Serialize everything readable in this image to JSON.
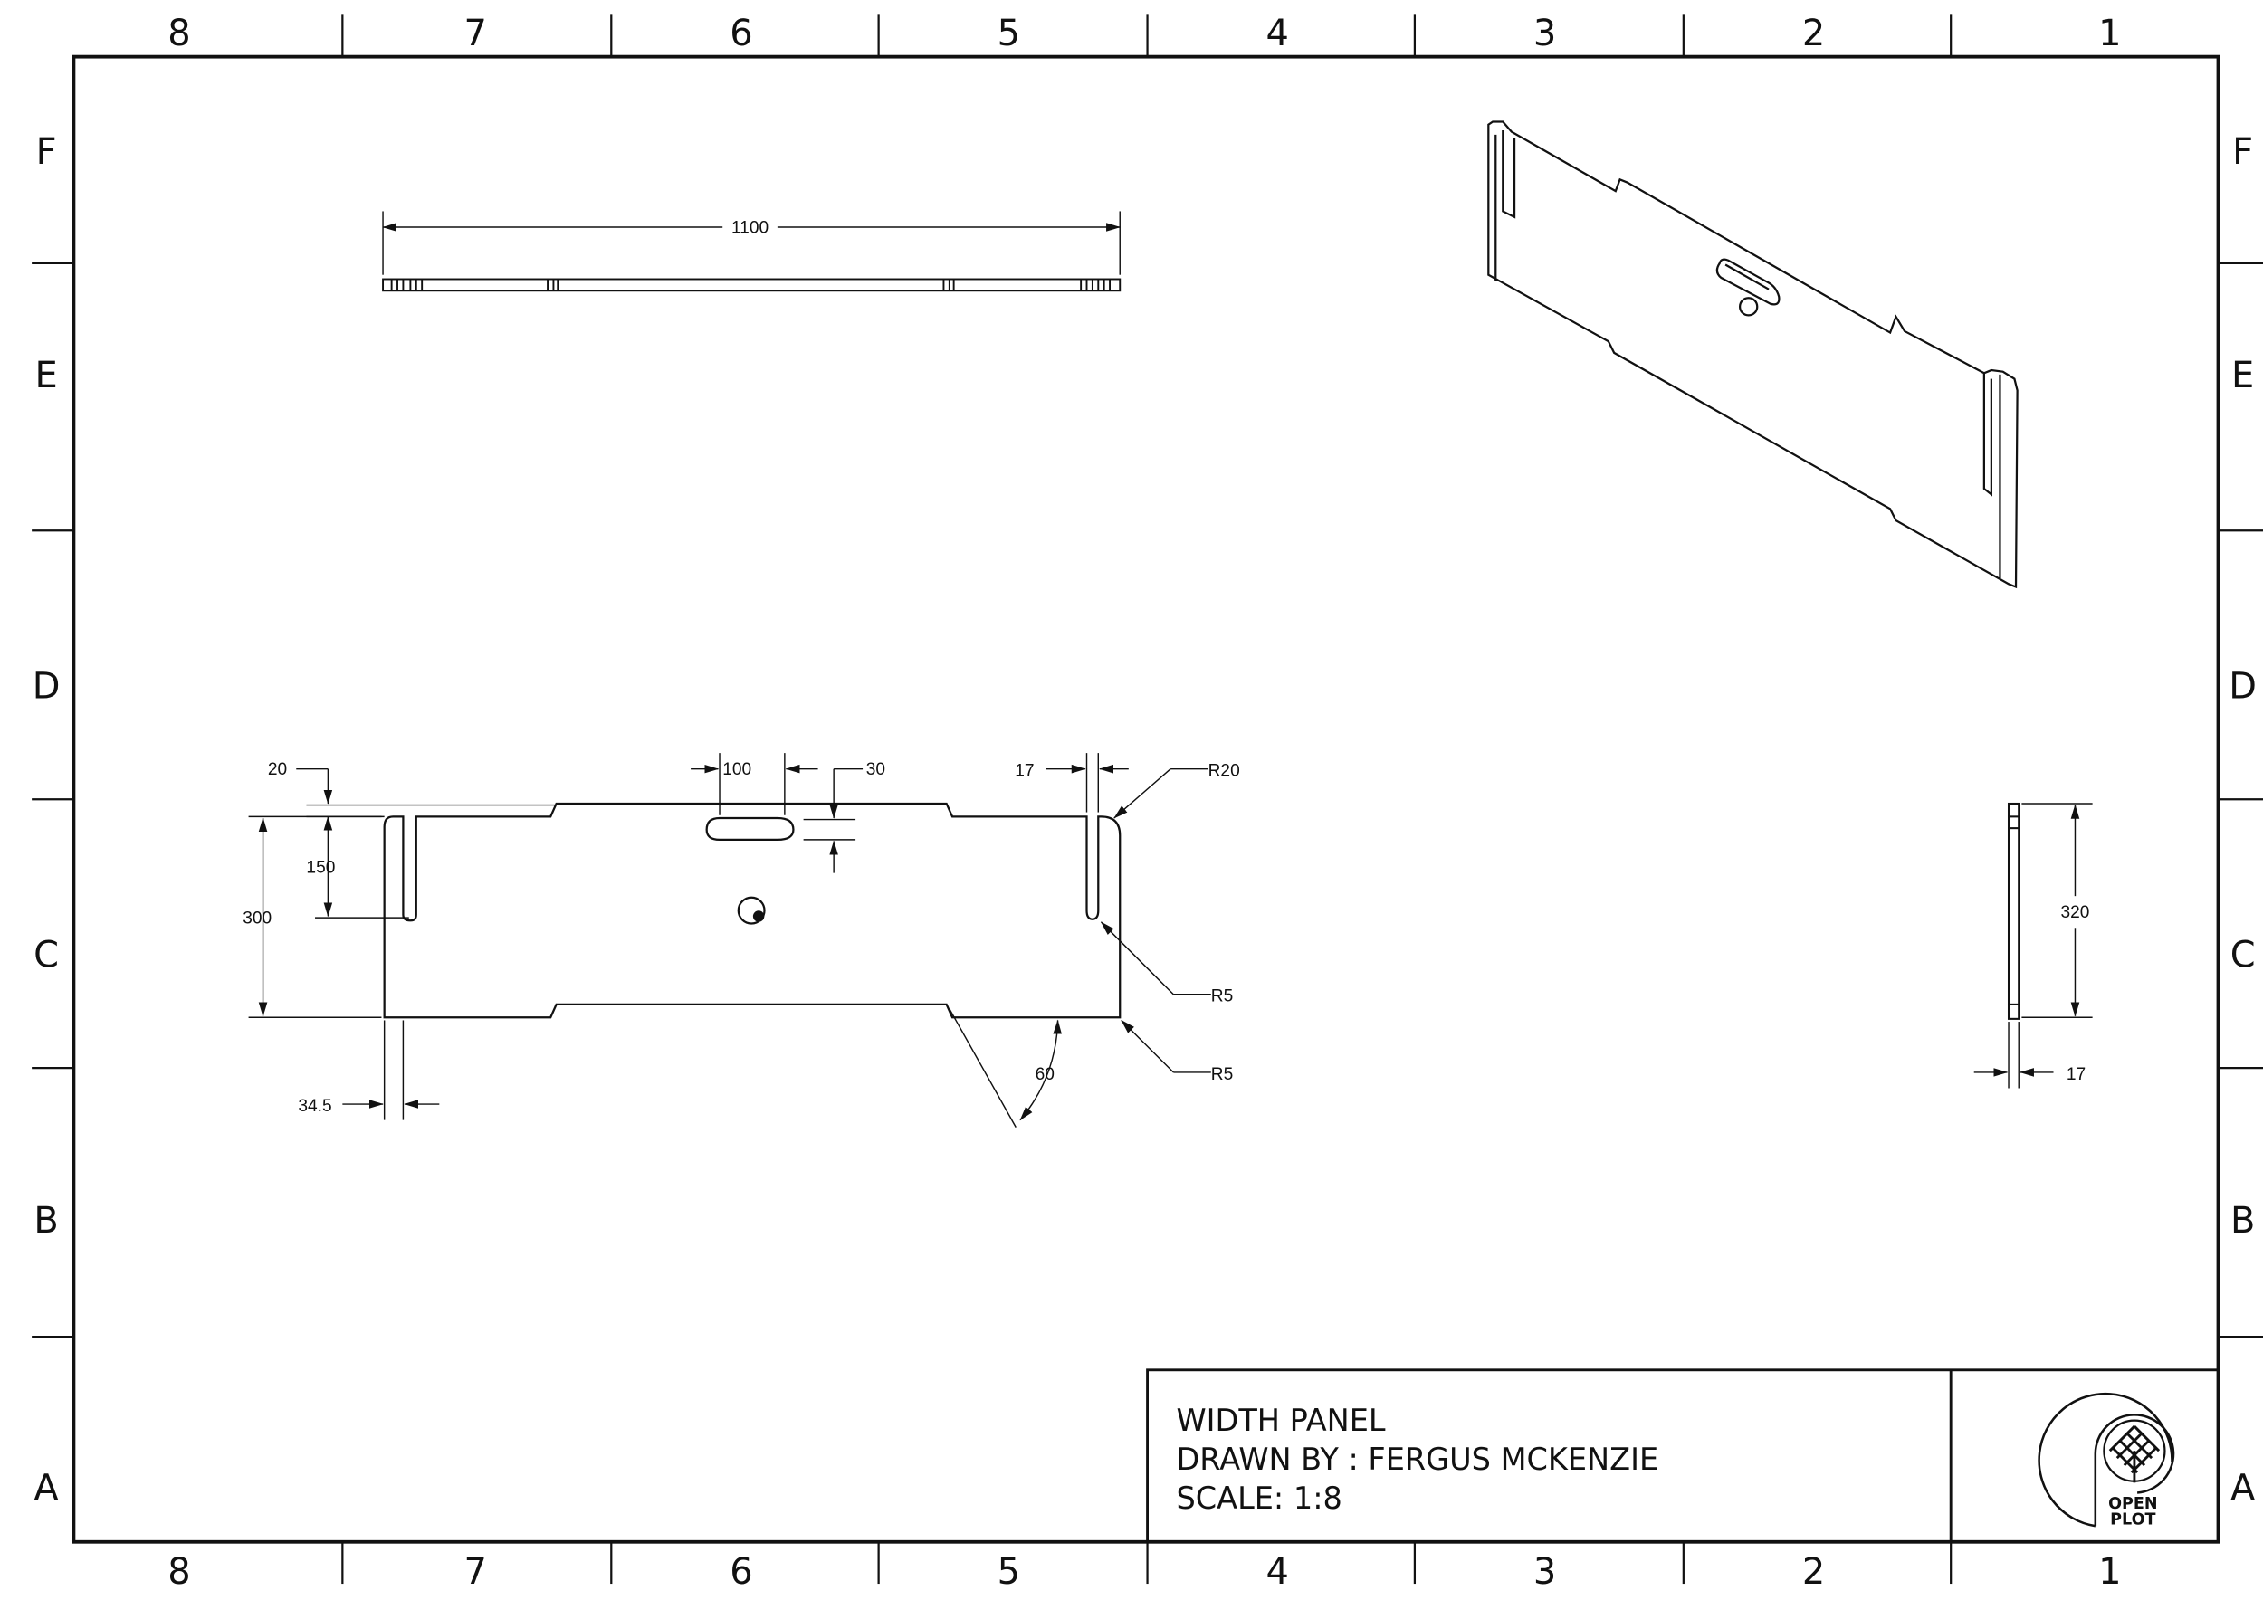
{
  "grid": {
    "columns": [
      "8",
      "7",
      "6",
      "5",
      "4",
      "3",
      "2",
      "1"
    ],
    "rows": [
      "F",
      "E",
      "D",
      "C",
      "B",
      "A"
    ]
  },
  "title_block": {
    "title": "WIDTH PANEL",
    "drawn_by": "DRAWN BY : FERGUS MCKENZIE",
    "scale": "SCALE: 1:8"
  },
  "logo": {
    "line1": "OPEN",
    "line2": "PLOT"
  },
  "dimensions": {
    "top_view": {
      "length": "1100"
    },
    "front_view": {
      "top_offset": "20",
      "slot_length": "100",
      "slot_width": "30",
      "slot_depth": "150",
      "height": "300",
      "notch_width": "17",
      "corner_radius": "R20",
      "slot_end_radius": "R5",
      "bottom_radius": "R5",
      "chamfer_angle": "60",
      "notch_offset": "34.5"
    },
    "side_view": {
      "height": "320",
      "thickness": "17"
    }
  },
  "colors": {
    "line": "#111111",
    "paper": "#ffffff"
  }
}
